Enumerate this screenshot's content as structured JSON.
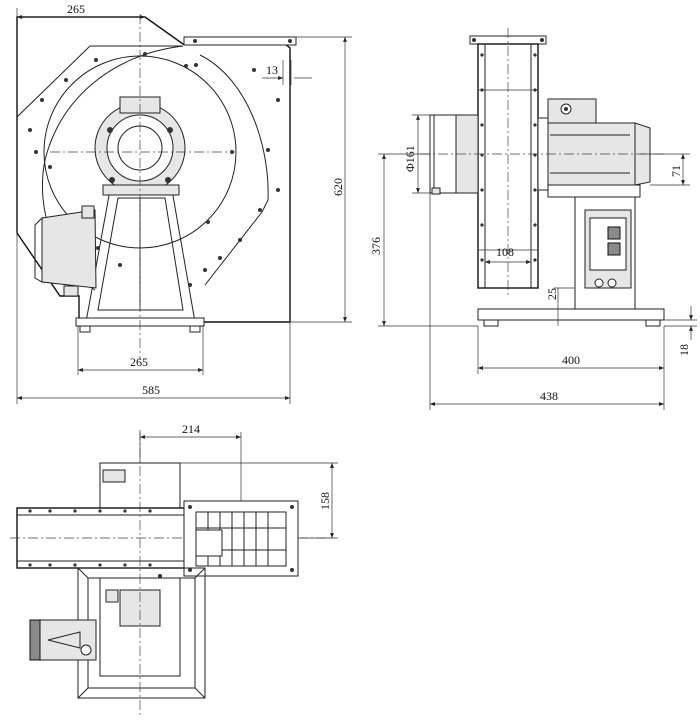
{
  "drawing": {
    "front_view": {
      "dim_top_width": "265",
      "dim_flange": "13",
      "dim_height": "620",
      "dim_base_width": "265",
      "dim_total_width": "585"
    },
    "side_view": {
      "dim_inlet_diameter": "Φ161",
      "dim_shaft_height": "376",
      "dim_inlet_depth": "108",
      "dim_foot_height": "25",
      "dim_base_length": "400",
      "dim_total_length": "438",
      "dim_motor_offset": "71",
      "dim_base_thickness": "18"
    },
    "top_view": {
      "dim_outlet_offset": "214",
      "dim_outlet_height": "158"
    }
  }
}
